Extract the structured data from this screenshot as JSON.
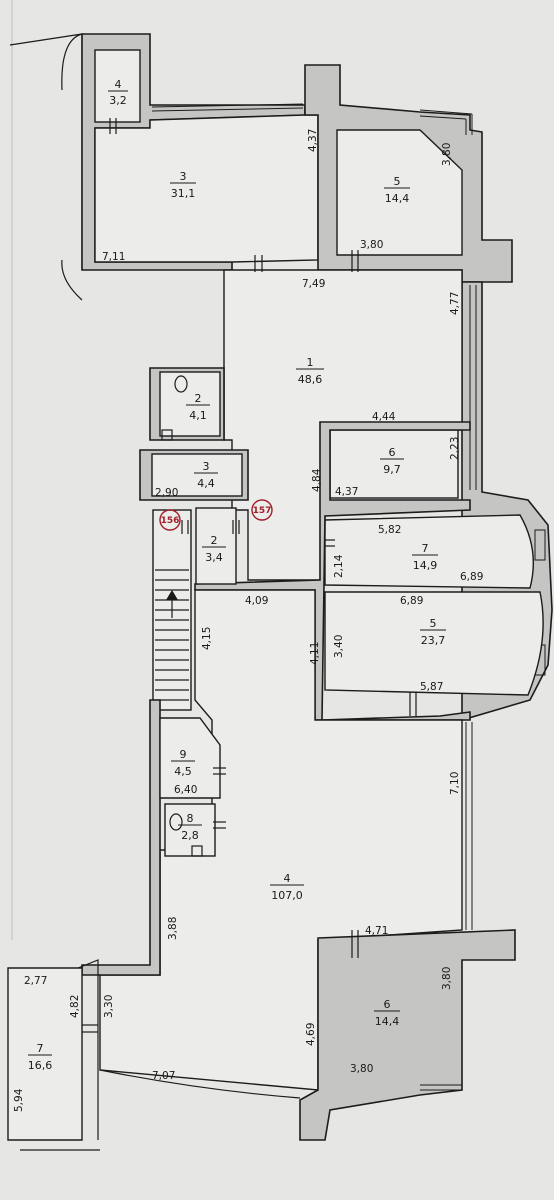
{
  "rooms": {
    "r4_top": {
      "num": "4",
      "area": "3,2"
    },
    "r3_top": {
      "num": "3",
      "area": "31,1"
    },
    "r5_top": {
      "num": "5",
      "area": "14,4"
    },
    "r1": {
      "num": "1",
      "area": "48,6"
    },
    "r2_wc": {
      "num": "2",
      "area": "4,1"
    },
    "r3_small": {
      "num": "3",
      "area": "4,4"
    },
    "r2_small": {
      "num": "2",
      "area": "3,4"
    },
    "r6_mid": {
      "num": "6",
      "area": "9,7"
    },
    "r7_mid": {
      "num": "7",
      "area": "14,9"
    },
    "r5_mid": {
      "num": "5",
      "area": "23,7"
    },
    "r9": {
      "num": "9",
      "area": "4,5"
    },
    "r8": {
      "num": "8",
      "area": "2,8"
    },
    "r4_big": {
      "num": "4",
      "area": "107,0"
    },
    "r6_bot": {
      "num": "6",
      "area": "14,4"
    },
    "r7_bot": {
      "num": "7",
      "area": "16,6"
    }
  },
  "markers": {
    "m156": "156",
    "m157": "157"
  },
  "dimensions": {
    "d_437_top": "4,37",
    "d_380_a": "3,80",
    "d_711": "7,11",
    "d_380_b": "3,80",
    "d_749": "7,49",
    "d_477": "4,77",
    "d_444": "4,44",
    "d_223": "2,23",
    "d_484": "4,84",
    "d_437_mid": "4,37",
    "d_290": "2,90",
    "d_582": "5,82",
    "d_214": "2,14",
    "d_689_a": "6,89",
    "d_409": "4,09",
    "d_689_b": "6,89",
    "d_415": "4,15",
    "d_411": "4,11",
    "d_340": "3,40",
    "d_587": "5,87",
    "d_640": "6,40",
    "d_710": "7,10",
    "d_388": "3,88",
    "d_471": "4,71",
    "d_380_c": "3,80",
    "d_277": "2,77",
    "d_330": "3,30",
    "d_482": "4,82",
    "d_469": "4,69",
    "d_707": "7,07",
    "d_380_d": "3,80",
    "d_594": "5,94"
  }
}
